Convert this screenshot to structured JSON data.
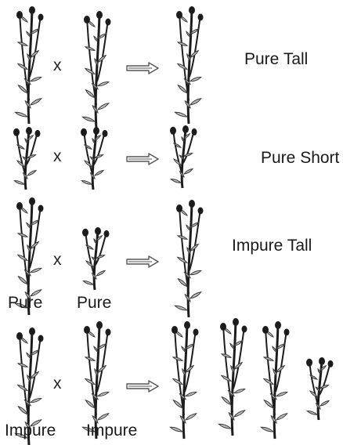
{
  "cross_symbol": "x",
  "rows": [
    {
      "result_label": "Pure Tall",
      "parents": [
        "tall",
        "tall"
      ],
      "offspring": [
        "tall"
      ]
    },
    {
      "result_label": "Pure Short",
      "parents": [
        "short",
        "short"
      ],
      "offspring": [
        "short"
      ]
    },
    {
      "result_label": "Impure Tall",
      "parents": [
        "tall",
        "short"
      ],
      "offspring": [
        "tall"
      ],
      "parent_labels": [
        "Pure",
        "Pure"
      ]
    },
    {
      "result_label": "",
      "parents": [
        "tall",
        "tall"
      ],
      "offspring": [
        "tall",
        "tall",
        "tall",
        "short"
      ],
      "parent_labels": [
        "Impure",
        "Impure"
      ]
    }
  ],
  "colors": {
    "stem": "#1c1c1c",
    "leaf_fill": "#bdbdbd",
    "leaf_stroke": "#3a3a3a",
    "arrow": "#555555"
  },
  "icons": {
    "plant": "pea-plant-icon",
    "arrow": "double-arrow-right-icon"
  }
}
